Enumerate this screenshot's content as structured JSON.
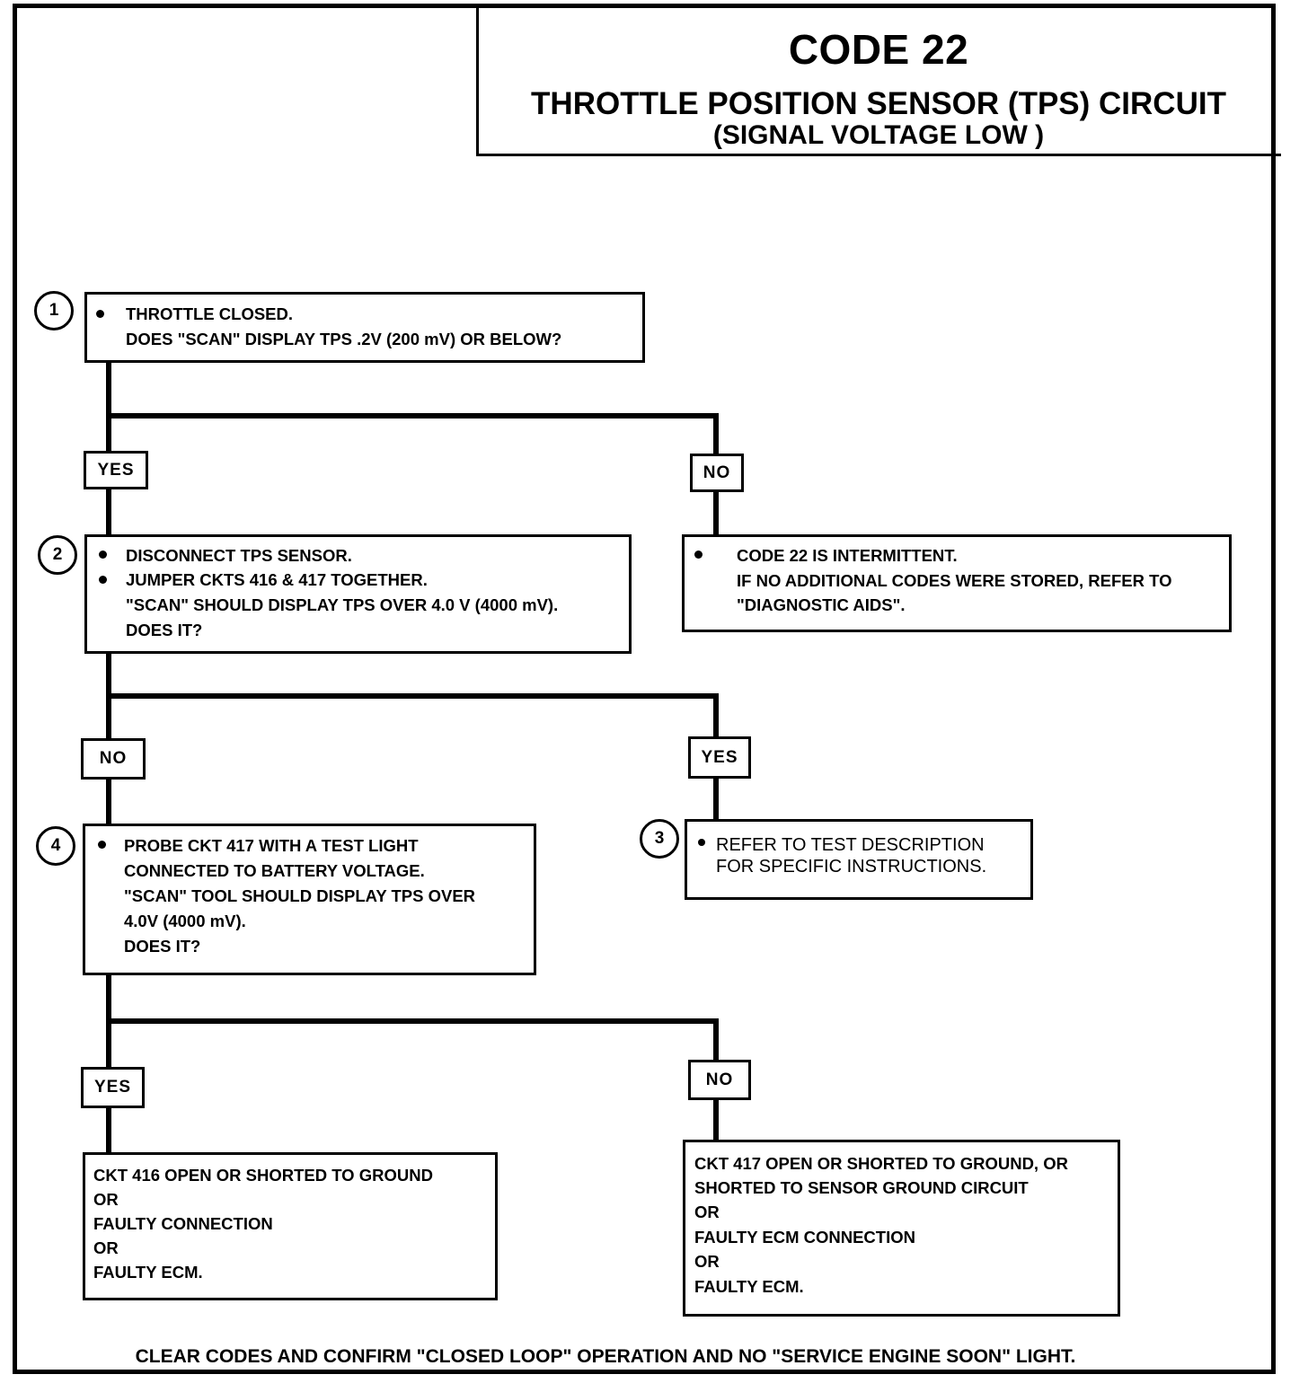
{
  "header": {
    "code": "CODE 22",
    "title": "THROTTLE POSITION SENSOR (TPS) CIRCUIT",
    "subtitle": "(SIGNAL VOLTAGE LOW )"
  },
  "steps": {
    "s1": {
      "num": "1",
      "line1": "THROTTLE CLOSED.",
      "line2": "DOES \"SCAN\" DISPLAY TPS .2V (200 mV) OR BELOW?"
    },
    "s2": {
      "num": "2",
      "line1": "DISCONNECT TPS SENSOR.",
      "line2": "JUMPER CKTS 416 & 417 TOGETHER.",
      "line3": "\"SCAN\" SHOULD DISPLAY TPS OVER 4.0 V (4000 mV).",
      "line4": "DOES IT?"
    },
    "intermittent": {
      "line1": "CODE 22 IS INTERMITTENT.",
      "line2": "IF NO ADDITIONAL CODES WERE STORED, REFER TO",
      "line3": "\"DIAGNOSTIC AIDS\"."
    },
    "s3": {
      "num": "3",
      "line1": "REFER TO TEST DESCRIPTION",
      "line2": "FOR SPECIFIC INSTRUCTIONS."
    },
    "s4": {
      "num": "4",
      "line1": "PROBE CKT 417 WITH A TEST LIGHT",
      "line2": "CONNECTED TO BATTERY VOLTAGE.",
      "line3": "\"SCAN\" TOOL SHOULD DISPLAY TPS OVER",
      "line4": "4.0V (4000 mV).",
      "line5": "DOES IT?"
    },
    "r416": {
      "line1": "CKT 416 OPEN OR SHORTED TO GROUND",
      "line2": "OR",
      "line3": "FAULTY CONNECTION",
      "line4": "OR",
      "line5": "FAULTY ECM."
    },
    "r417": {
      "line1": "CKT 417 OPEN OR SHORTED TO GROUND, OR",
      "line2": "SHORTED TO SENSOR GROUND CIRCUIT",
      "line3": "OR",
      "line4": "FAULTY ECM CONNECTION",
      "line5": "OR",
      "line6": "FAULTY ECM."
    }
  },
  "branches": {
    "yes": "YES",
    "no": "NO"
  },
  "footer": "CLEAR CODES AND CONFIRM \"CLOSED LOOP\" OPERATION AND NO \"SERVICE ENGINE SOON\" LIGHT."
}
